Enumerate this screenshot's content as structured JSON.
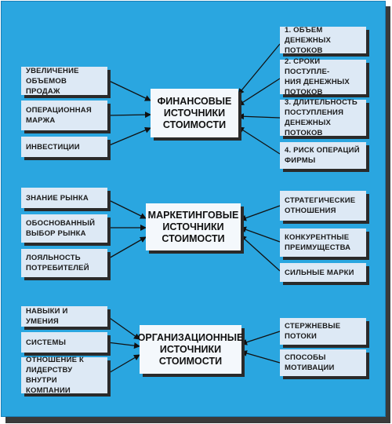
{
  "colors": {
    "background": "#2aa6e0",
    "box": "#dde9f5",
    "center_box": "#f4f8fc",
    "shadow": "#2a2a2a",
    "arrow": "#111111"
  },
  "groups": [
    {
      "center": "ФИНАНСОВЫЕ\nИСТОЧНИКИ\nСТОИМОСТИ",
      "left": [
        "УВЕЛИЧЕНИЕ\nОБЪЕМОВ ПРОДАЖ",
        "ОПЕРАЦИОННАЯ\nМАРЖА",
        "ИНВЕСТИЦИИ"
      ],
      "right": [
        "1. ОБЪЕМ ДЕНЕЖНЫХ\nПОТОКОВ",
        "2. СРОКИ ПОСТУПЛЕ-\nНИЯ ДЕНЕЖНЫХ\nПОТОКОВ",
        "3. ДЛИТЕЛЬНОСТЬ\nПОСТУПЛЕНИЯ\nДЕНЕЖНЫХ ПОТОКОВ",
        "4. РИСК ОПЕРАЦИЙ\nФИРМЫ"
      ]
    },
    {
      "center": "МАРКЕТИНГОВЫЕ\nИСТОЧНИКИ\nСТОИМОСТИ",
      "left": [
        "ЗНАНИЕ РЫНКА",
        "ОБОСНОВАННЫЙ\nВЫБОР РЫНКА",
        "ЛОЯЛЬНОСТЬ\nПОТРЕБИТЕЛЕЙ"
      ],
      "right": [
        "СТРАТЕГИЧЕСКИЕ\nОТНОШЕНИЯ",
        "КОНКУРЕНТНЫЕ\nПРЕИМУЩЕСТВА",
        "СИЛЬНЫЕ МАРКИ"
      ]
    },
    {
      "center": "ОРГАНИЗАЦИОННЫЕ\nИСТОЧНИКИ\nСТОИМОСТИ",
      "left": [
        "НАВЫКИ И УМЕНИЯ",
        "СИСТЕМЫ",
        "ОТНОШЕНИЕ К\nЛИДЕРСТВУ\nВНУТРИ КОМПАНИИ"
      ],
      "right": [
        "СТЕРЖНЕВЫЕ\nПОТОКИ",
        "СПОСОБЫ\nМОТИВАЦИИ"
      ]
    }
  ]
}
